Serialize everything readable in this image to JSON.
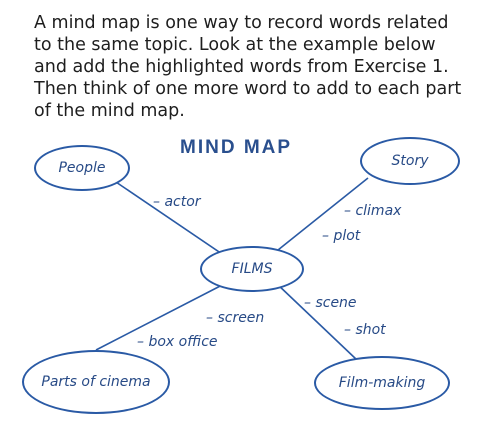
{
  "instructions": [
    "A mind map is one way to record words related",
    "to the same topic. Look at the example below",
    "and add the highlighted words from Exercise 1.",
    "Then think of one more word to add to each part",
    "of the mind map."
  ],
  "mind_map": {
    "title": "MIND MAP",
    "center": "FILMS",
    "branches": [
      {
        "node": "People",
        "words": [
          "– actor"
        ]
      },
      {
        "node": "Story",
        "words": [
          "– climax",
          "– plot"
        ]
      },
      {
        "node": "Parts of cinema",
        "words": [
          "– screen",
          "– box office"
        ]
      },
      {
        "node": "Film-making",
        "words": [
          "– scene",
          "– shot"
        ]
      }
    ],
    "colors": {
      "ink": "#274a86",
      "line": "#2a5aa5",
      "title": "#2a4f8e"
    }
  }
}
